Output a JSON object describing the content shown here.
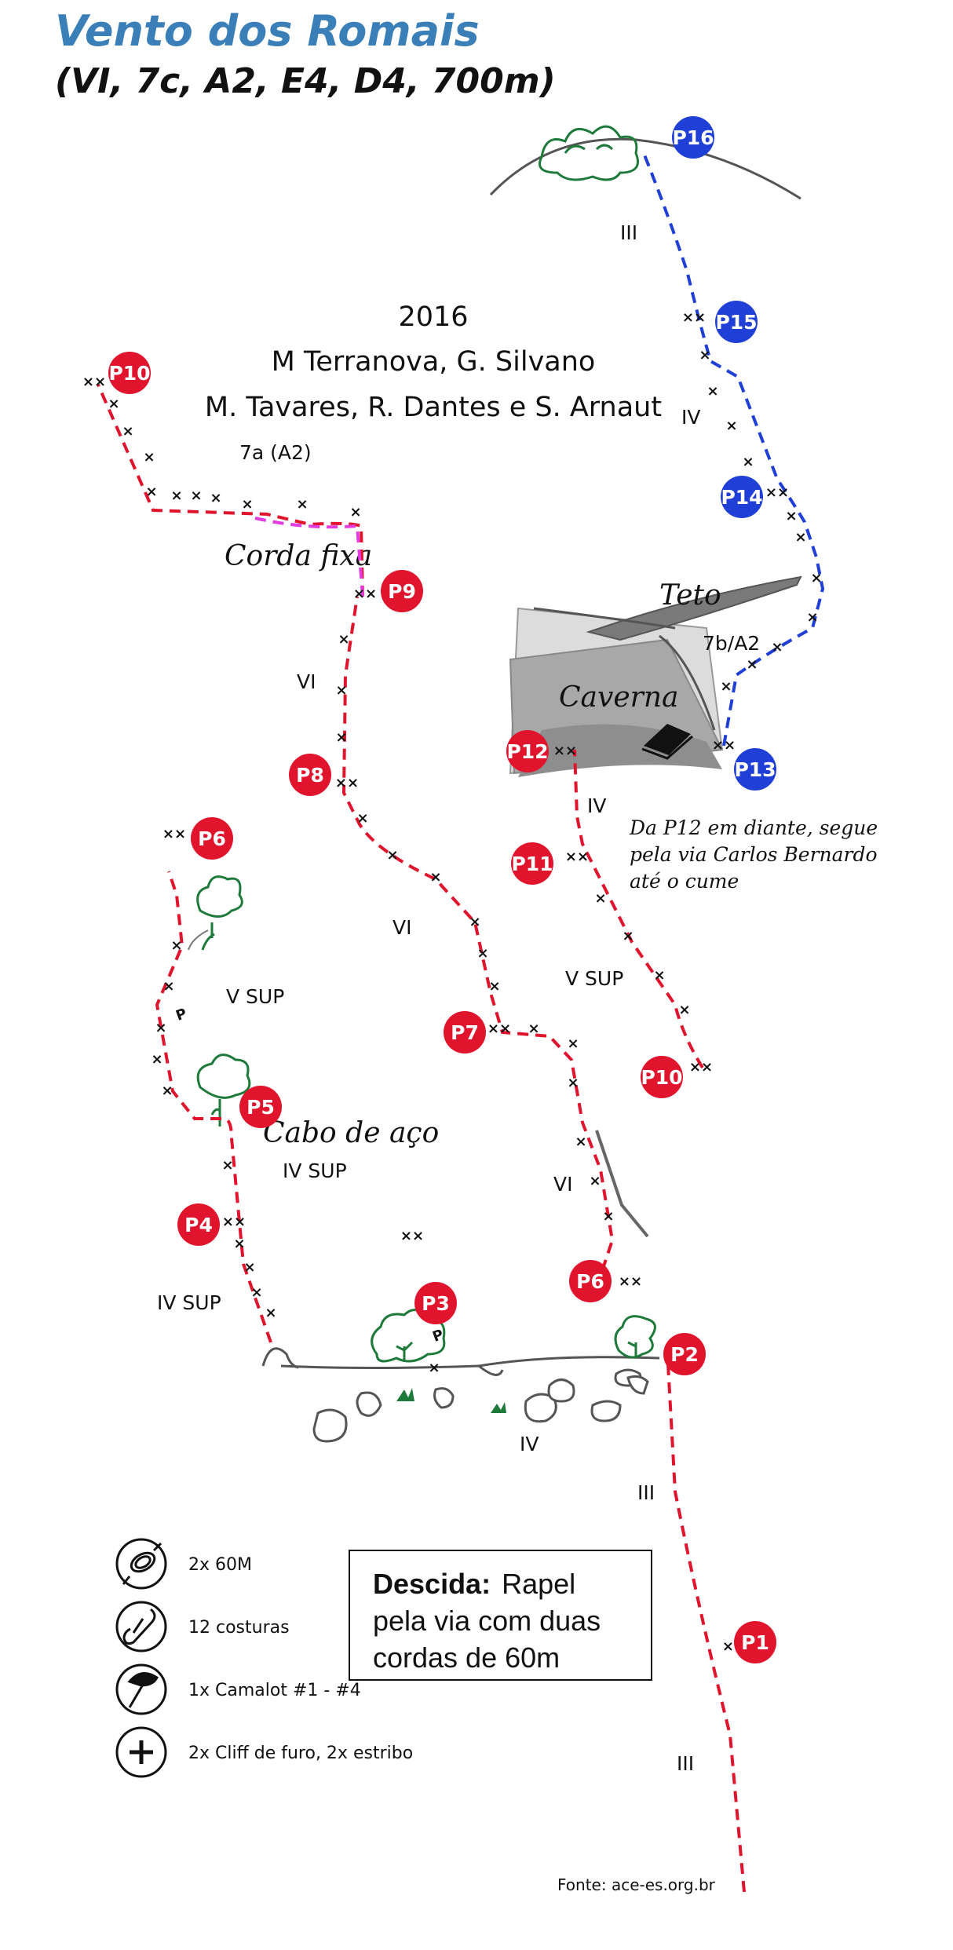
{
  "title": "Vento dos Romais",
  "subtitle": "(VI, 7c, A2, E4, D4, 700m)",
  "credits": {
    "year": "2016",
    "line1": "M Terranova, G. Silvano",
    "line2": "M. Tavares, R. Dantes e S. Arnaut"
  },
  "colors": {
    "red_route": "#e0142c",
    "blue_route": "#1f3fd6",
    "fixed_rope": "#e23be0",
    "title": "#3a7fb8",
    "vegetation": "#1e7a3a"
  },
  "pitches_red": [
    "P1",
    "P2",
    "P3",
    "P4",
    "P5",
    "P6",
    "P7",
    "P6",
    "P8",
    "P9",
    "P10",
    "P10",
    "P11",
    "P12"
  ],
  "pitches_blue": [
    "P13",
    "P14",
    "P15",
    "P16"
  ],
  "grades": {
    "p16": "III",
    "p15": "IV",
    "p10_top": "7a (A2)",
    "teto": "7b/A2",
    "p9": "VI",
    "p8": "VI",
    "p12": "IV",
    "p11": "V SUP",
    "p6_left": "V SUP",
    "p5": "IV SUP",
    "p7": "VI",
    "p4": "IV SUP",
    "base": "IV",
    "p2": "III",
    "p1": "III"
  },
  "features": {
    "fixed_rope": "Corda fixa",
    "roof": "Teto",
    "cave": "Caverna",
    "steel_cable": "Cabo de aço"
  },
  "note": {
    "line1": "Da P12 em diante, segue",
    "line2": "pela via Carlos Bernardo",
    "line3": "até o cume"
  },
  "gear": [
    {
      "icon": "rope-icon",
      "label": "2x 60M"
    },
    {
      "icon": "quickdraw-icon",
      "label": "12 costuras"
    },
    {
      "icon": "camalot-icon",
      "label": "1x Camalot #1 - #4"
    },
    {
      "icon": "plus-icon",
      "label": "2x Cliff de furo, 2x estribo"
    }
  ],
  "descent": {
    "heading": "Descida:",
    "line1_rest": "Rapel",
    "line2": "pela via com duas",
    "line3": "cordas de 60m"
  },
  "source": "Fonte: ace-es.org.br",
  "markers": {
    "bolt": "×",
    "double_bolt": "××",
    "piton": "P"
  }
}
